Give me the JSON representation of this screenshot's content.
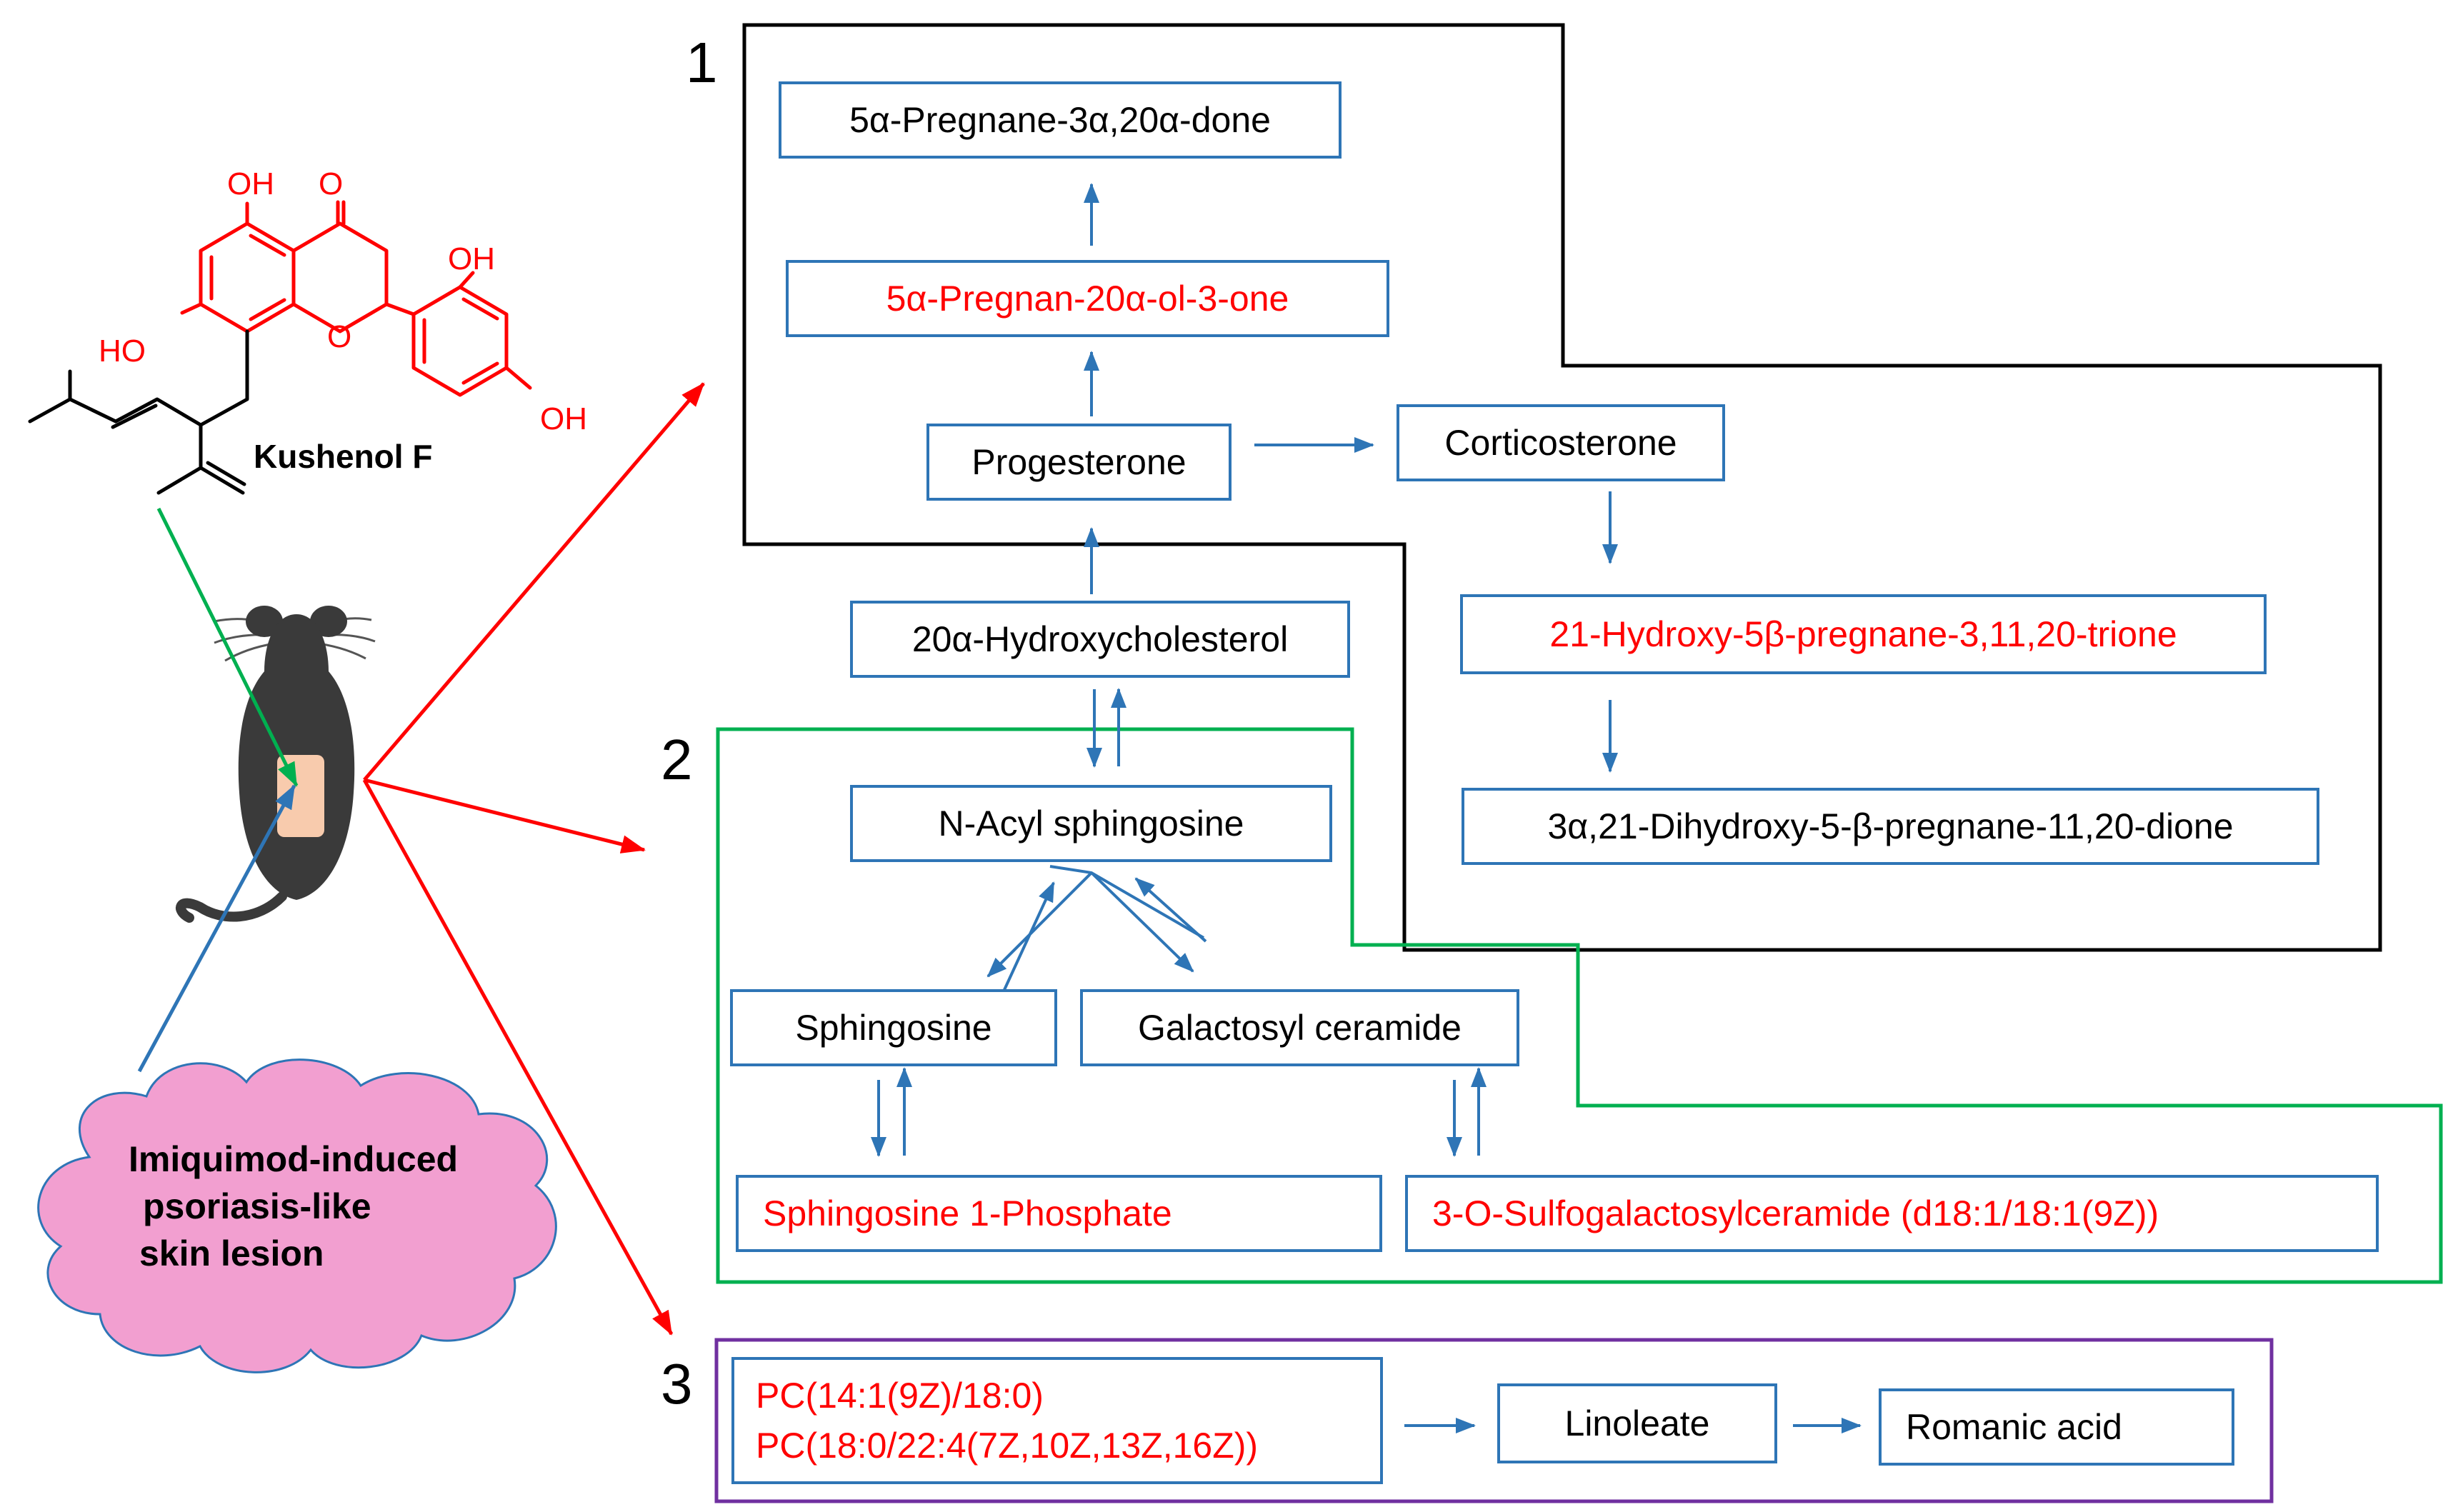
{
  "regions": {
    "r1": {
      "label": "1"
    },
    "r2": {
      "label": "2"
    },
    "r3": {
      "label": "3"
    }
  },
  "compound": {
    "name": "Kushenol F",
    "atoms": {
      "oh_top": "OH",
      "o_carbonyl": "O",
      "oh_right": "OH",
      "ho_left": "HO",
      "o_ring": "O",
      "oh_bottom": "OH"
    }
  },
  "cloud": {
    "line1": "Imiquimod-induced",
    "line2": "psoriasis-like",
    "line3": "skin lesion"
  },
  "nodes": {
    "pregnane_dione": "5α-Pregnane-3α,20α-done",
    "pregnanolone": "5α-Pregnan-20α-ol-3-one",
    "progesterone": "Progesterone",
    "corticosterone": "Corticosterone",
    "hydroxy_trione": "21-Hydroxy-5β-pregnane-3,11,20-trione",
    "dihydroxy_dione": "3α,21-Dihydroxy-5-β-pregnane-11,20-dione",
    "hydroxycholesterol": "20α-Hydroxycholesterol",
    "acyl_sphingosine": "N-Acyl sphingosine",
    "sphingosine": "Sphingosine",
    "galactosyl_ceramide": "Galactosyl ceramide",
    "s1p": "Sphingosine 1-Phosphate",
    "sulfogalactosylceramide": "3-O-Sulfogalactosylceramide (d18:1/18:1(9Z))",
    "pc_line1": "PC(14:1(9Z)/18:0)",
    "pc_line2": "PC(18:0/22:4(7Z,10Z,13Z,16Z))",
    "linoleate": "Linoleate",
    "romanic_acid": "Romanic acid"
  },
  "colors": {
    "box_border": "#2e75b6",
    "flow_arrow": "#2e75b6",
    "highlight_text": "#ff0000",
    "region1_border": "#000000",
    "region2_border": "#00b050",
    "region3_border": "#7030a0",
    "treatment_arrow": "#00b050",
    "mouse_arrows": "#ff0000",
    "cloud_fill": "#f29fd0",
    "skin_patch": "#f8cbad"
  }
}
